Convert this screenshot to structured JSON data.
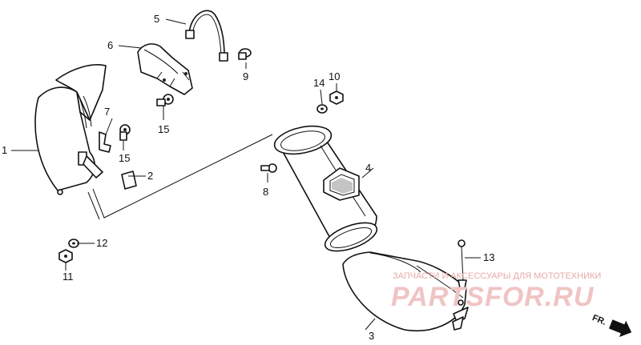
{
  "diagram": {
    "callouts": {
      "p1": "1",
      "p2": "2",
      "p3": "3",
      "p4": "4",
      "p5": "5",
      "p6": "6",
      "p7": "7",
      "p8": "8",
      "p9": "9",
      "p10": "10",
      "p11": "11",
      "p12": "12",
      "p13": "13",
      "p14": "14",
      "p15a": "15",
      "p15b": "15"
    },
    "direction_label": "FR.",
    "watermark": {
      "tagline": "ЗАПЧАСТИ И АКСЕССУАРЫ ДЛЯ МОТОТЕХНИКИ",
      "logo": "PARTSFOR.RU",
      "color": "#e8a9a9"
    }
  }
}
